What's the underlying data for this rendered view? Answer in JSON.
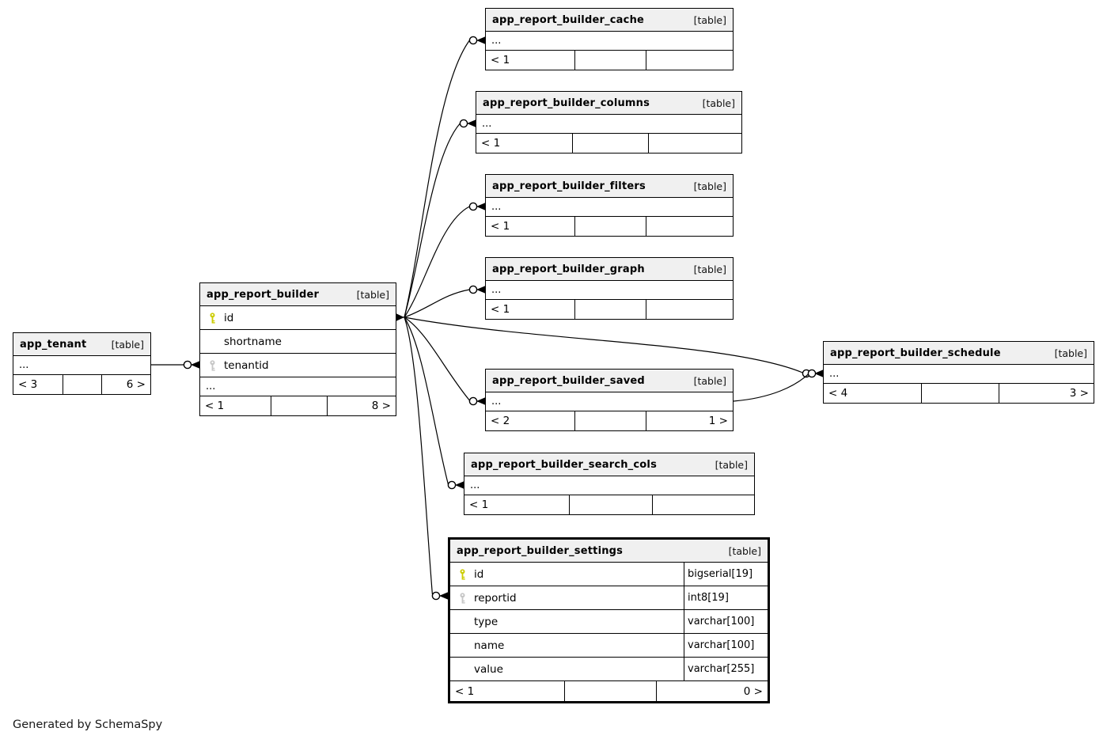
{
  "footer_note": "Generated by SchemaSpy",
  "colors": {
    "primary_key": "#cccc00",
    "foreign_key": "#c6c6c6",
    "table_header_bg": "#f0f0f0",
    "line": "#000000"
  },
  "tables": [
    {
      "id": "app_tenant",
      "name": "app_tenant",
      "tag": "[table]",
      "rows": [
        {
          "label": "..."
        }
      ],
      "footer": {
        "left": "< 3",
        "center": "",
        "right": "6 >"
      }
    },
    {
      "id": "app_report_builder",
      "name": "app_report_builder",
      "tag": "[table]",
      "rows": [
        {
          "icon": "primary-key",
          "label": "id"
        },
        {
          "label": "shortname"
        },
        {
          "icon": "foreign-key",
          "label": "tenantid"
        },
        {
          "label": "..."
        }
      ],
      "footer": {
        "left": "< 1",
        "center": "",
        "right": "8 >"
      }
    },
    {
      "id": "app_report_builder_cache",
      "name": "app_report_builder_cache",
      "tag": "[table]",
      "rows": [
        {
          "label": "..."
        }
      ],
      "footer": {
        "left": "< 1",
        "center": "",
        "right": ""
      }
    },
    {
      "id": "app_report_builder_columns",
      "name": "app_report_builder_columns",
      "tag": "[table]",
      "rows": [
        {
          "label": "..."
        }
      ],
      "footer": {
        "left": "< 1",
        "center": "",
        "right": ""
      }
    },
    {
      "id": "app_report_builder_filters",
      "name": "app_report_builder_filters",
      "tag": "[table]",
      "rows": [
        {
          "label": "..."
        }
      ],
      "footer": {
        "left": "< 1",
        "center": "",
        "right": ""
      }
    },
    {
      "id": "app_report_builder_graph",
      "name": "app_report_builder_graph",
      "tag": "[table]",
      "rows": [
        {
          "label": "..."
        }
      ],
      "footer": {
        "left": "< 1",
        "center": "",
        "right": ""
      }
    },
    {
      "id": "app_report_builder_schedule",
      "name": "app_report_builder_schedule",
      "tag": "[table]",
      "rows": [
        {
          "label": "..."
        }
      ],
      "footer": {
        "left": "< 4",
        "center": "",
        "right": "3 >"
      }
    },
    {
      "id": "app_report_builder_saved",
      "name": "app_report_builder_saved",
      "tag": "[table]",
      "rows": [
        {
          "label": "..."
        }
      ],
      "footer": {
        "left": "< 2",
        "center": "",
        "right": "1 >"
      }
    },
    {
      "id": "app_report_builder_search_cols",
      "name": "app_report_builder_search_cols",
      "tag": "[table]",
      "rows": [
        {
          "label": "..."
        }
      ],
      "footer": {
        "left": "< 1",
        "center": "",
        "right": ""
      }
    },
    {
      "id": "app_report_builder_settings",
      "name": "app_report_builder_settings",
      "tag": "[table]",
      "rows": [
        {
          "icon": "primary-key",
          "label": "id",
          "type": "bigserial[19]"
        },
        {
          "icon": "foreign-key",
          "label": "reportid",
          "type": "int8[19]"
        },
        {
          "label": "type",
          "type": "varchar[100]"
        },
        {
          "label": "name",
          "type": "varchar[100]"
        },
        {
          "label": "value",
          "type": "varchar[255]"
        }
      ],
      "footer": {
        "left": "< 1",
        "center": "",
        "right": "0 >"
      }
    }
  ],
  "relationships": [
    {
      "from": "app_tenant",
      "to": "app_report_builder.tenantid"
    },
    {
      "from": "app_report_builder.id",
      "to": "app_report_builder_cache"
    },
    {
      "from": "app_report_builder.id",
      "to": "app_report_builder_columns"
    },
    {
      "from": "app_report_builder.id",
      "to": "app_report_builder_filters"
    },
    {
      "from": "app_report_builder.id",
      "to": "app_report_builder_graph"
    },
    {
      "from": "app_report_builder.id",
      "to": "app_report_builder_schedule"
    },
    {
      "from": "app_report_builder.id",
      "to": "app_report_builder_saved"
    },
    {
      "from": "app_report_builder.id",
      "to": "app_report_builder_search_cols"
    },
    {
      "from": "app_report_builder.id",
      "to": "app_report_builder_settings.reportid"
    },
    {
      "from": "app_report_builder_saved",
      "to": "app_report_builder_schedule"
    }
  ]
}
